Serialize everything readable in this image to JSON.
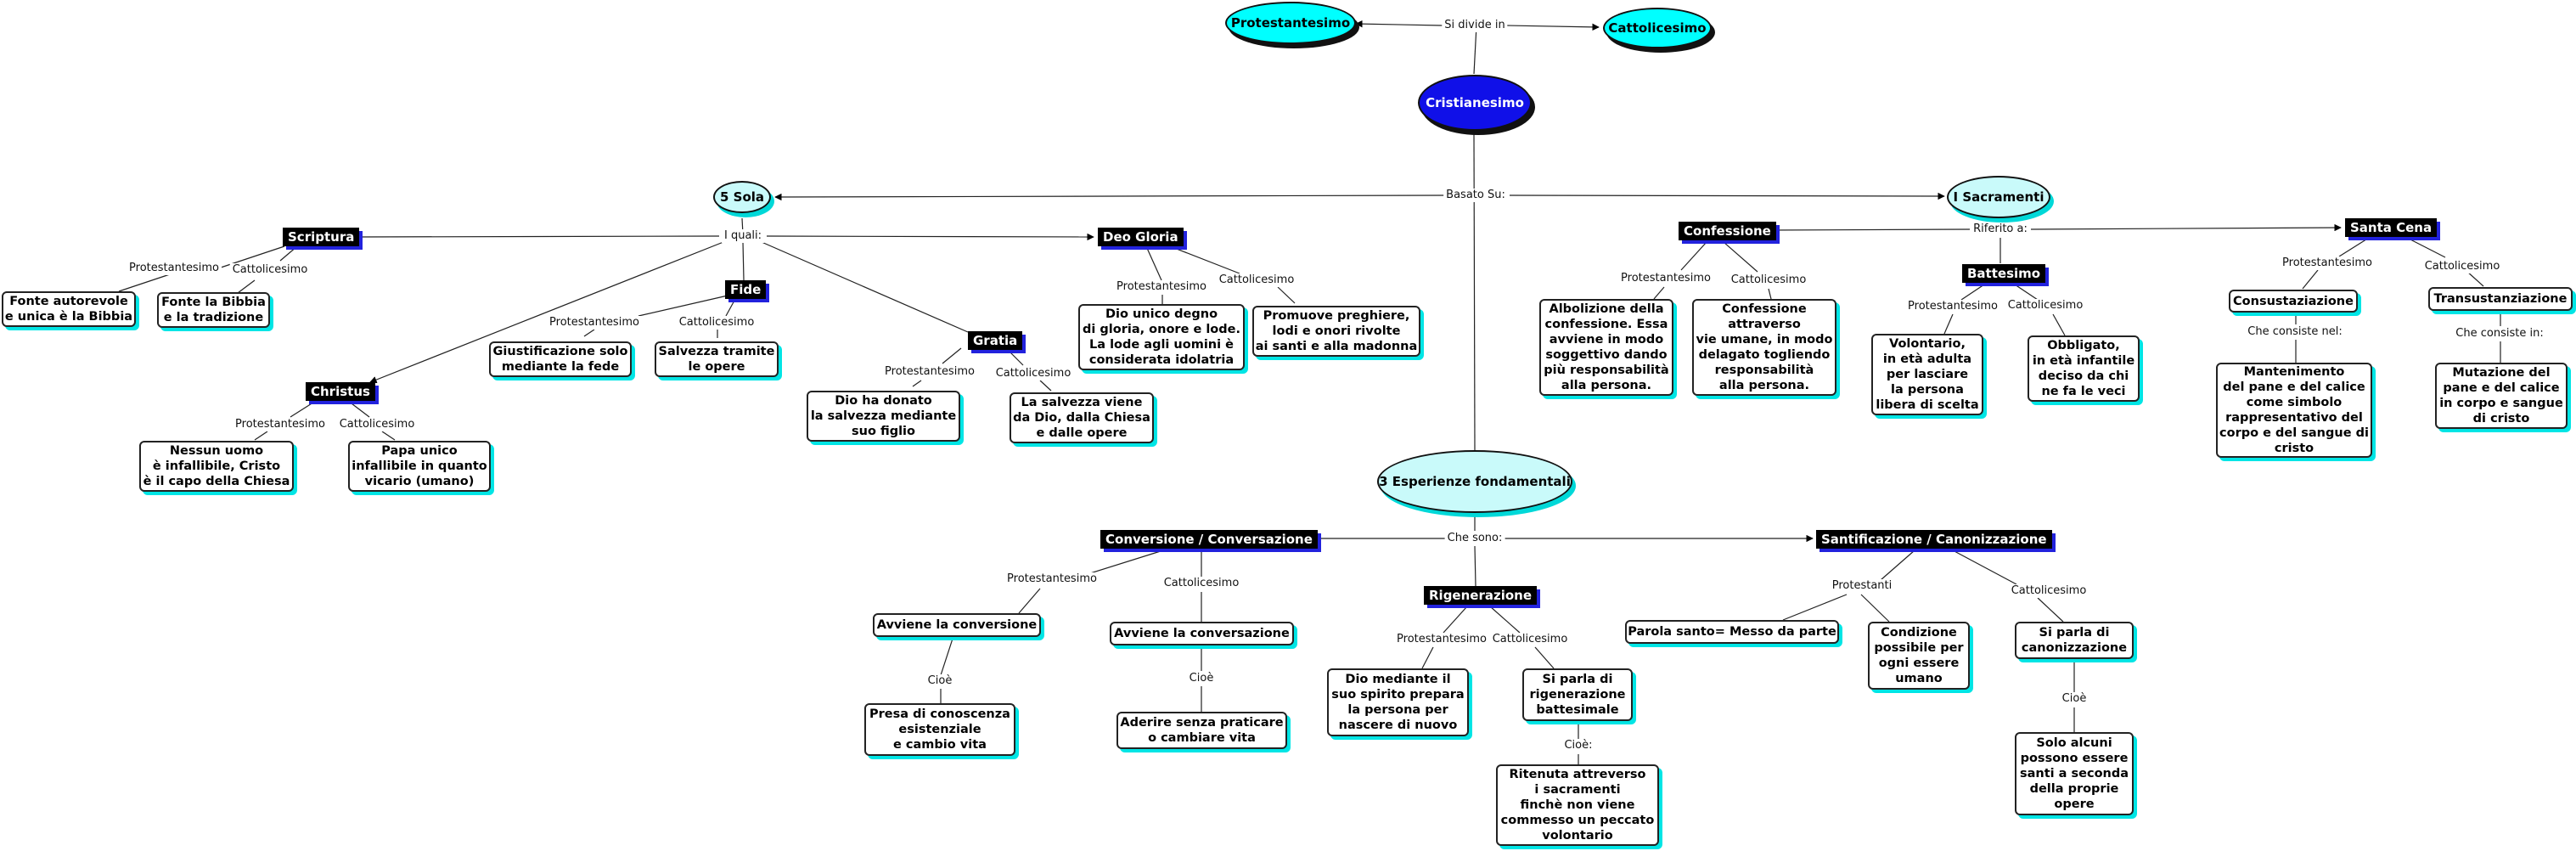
{
  "nodes": {
    "protestantesimo": "Protestantesimo",
    "cattolicesimo": "Cattolicesimo",
    "cristianesimo": "Cristianesimo",
    "cinque_sola": "5 Sola",
    "sacramenti": "I Sacramenti",
    "esperienze": "3 Esperienze fondamentali",
    "scriptura": "Scriptura",
    "deo_gloria": "Deo Gloria",
    "fide": "Fide",
    "christus": "Christus",
    "gratia": "Gratia",
    "scriptura_prot": "Fonte autorevole\ne unica è la Bibbia",
    "scriptura_catt": "Fonte la Bibbia\ne la tradizione",
    "christus_prot": "Nessun uomo\nè infallibile, Cristo\nè il capo della Chiesa",
    "christus_catt": "Papa unico\ninfallibile in quanto\nvicario (umano)",
    "fide_prot": "Giustificazione solo\nmediante la fede",
    "fide_catt": "Salvezza tramite\nle opere",
    "gratia_prot": "Dio ha donato\nla salvezza mediante\nsuo figlio",
    "gratia_catt": "La salvezza viene\nda Dio, dalla Chiesa\ne dalle opere",
    "deo_prot": "Dio unico degno\ndi gloria, onore e lode.\nLa lode agli uomini è\nconsiderata idolatria",
    "deo_catt": "Promuove preghiere,\nlodi e onori rivolte\nai santi e alla madonna",
    "confessione": "Confessione",
    "battesimo": "Battesimo",
    "santa_cena": "Santa Cena",
    "conf_prot": "Albolizione della\nconfessione. Essa\navviene in modo\nsoggettivo dando\npiù responsabilità\nalla persona.",
    "conf_catt": "Confessione\nattraverso\nvie umane, in modo\ndelagato togliendo\nresponsabilità\nalla persona.",
    "batt_prot": "Volontario,\nin età adulta\nper lasciare\nla persona\nlibera di scelta",
    "batt_catt": "Obbligato,\nin età infantile\ndeciso da chi\nne fa le veci",
    "consustanziazione": "Consustaziazione",
    "transustanziazione": "Transustanziazione",
    "cons_desc": "Mantenimento\ndel pane e del calice\ncome simbolo\nrappresentativo del\ncorpo e del sangue di\ncristo",
    "trans_desc": "Mutazione del\npane e del calice\nin corpo e sangue\ndi cristo",
    "conversione": "Conversione / Conversazione",
    "rigenerazione": "Rigenerazione",
    "santificazione": "Santificazione / Canonizzazione",
    "conv_prot": "Avviene la conversione",
    "conv_catt": "Avviene la conversazione",
    "conv_prot_desc": "Presa di conoscenza\nesistenziale\ne cambio vita",
    "conv_catt_desc": "Aderire senza praticare\no cambiare vita",
    "rig_prot": "Dio mediante il\nsuo spirito prepara\nla persona per\nnascere di nuovo",
    "rig_catt": "Si parla di\nrigenerazione\nbattesimale",
    "rig_catt_desc": "Ritenuta attreverso\ni sacramenti\nfinchè non viene\ncommesso un peccato\nvolontario",
    "sant_prot_a": "Parola santo= Messo da parte",
    "sant_prot_b": "Condizione\npossibile per\nogni essere\numano",
    "sant_catt": "Si parla di\ncanonizzazione",
    "sant_catt_desc": "Solo alcuni\npossono essere\nsanti a seconda\ndella proprie\nopere"
  },
  "links": {
    "si_divide_in": "Si divide in",
    "basato_su": "Basato Su:",
    "i_quali": "I quali:",
    "riferito_a": "Riferito a:",
    "che_sono": "Che sono:",
    "protestantesimo": "Protestantesimo",
    "cattolicesimo": "Cattolicesimo",
    "protestanti": "Protestanti",
    "che_consiste_nel": "Che consiste nel:",
    "che_consiste_in": "Che consiste in:",
    "cioe": "Cioè",
    "cioe_colon": "Cioè:"
  },
  "colors": {
    "root_fill": "#1010e8",
    "top_fill": "#00ffff",
    "category_fill": "#c9fafa",
    "box_shadow": "#00e5e5",
    "label_fill": "#000000",
    "label_shadow": "#2222dd"
  }
}
